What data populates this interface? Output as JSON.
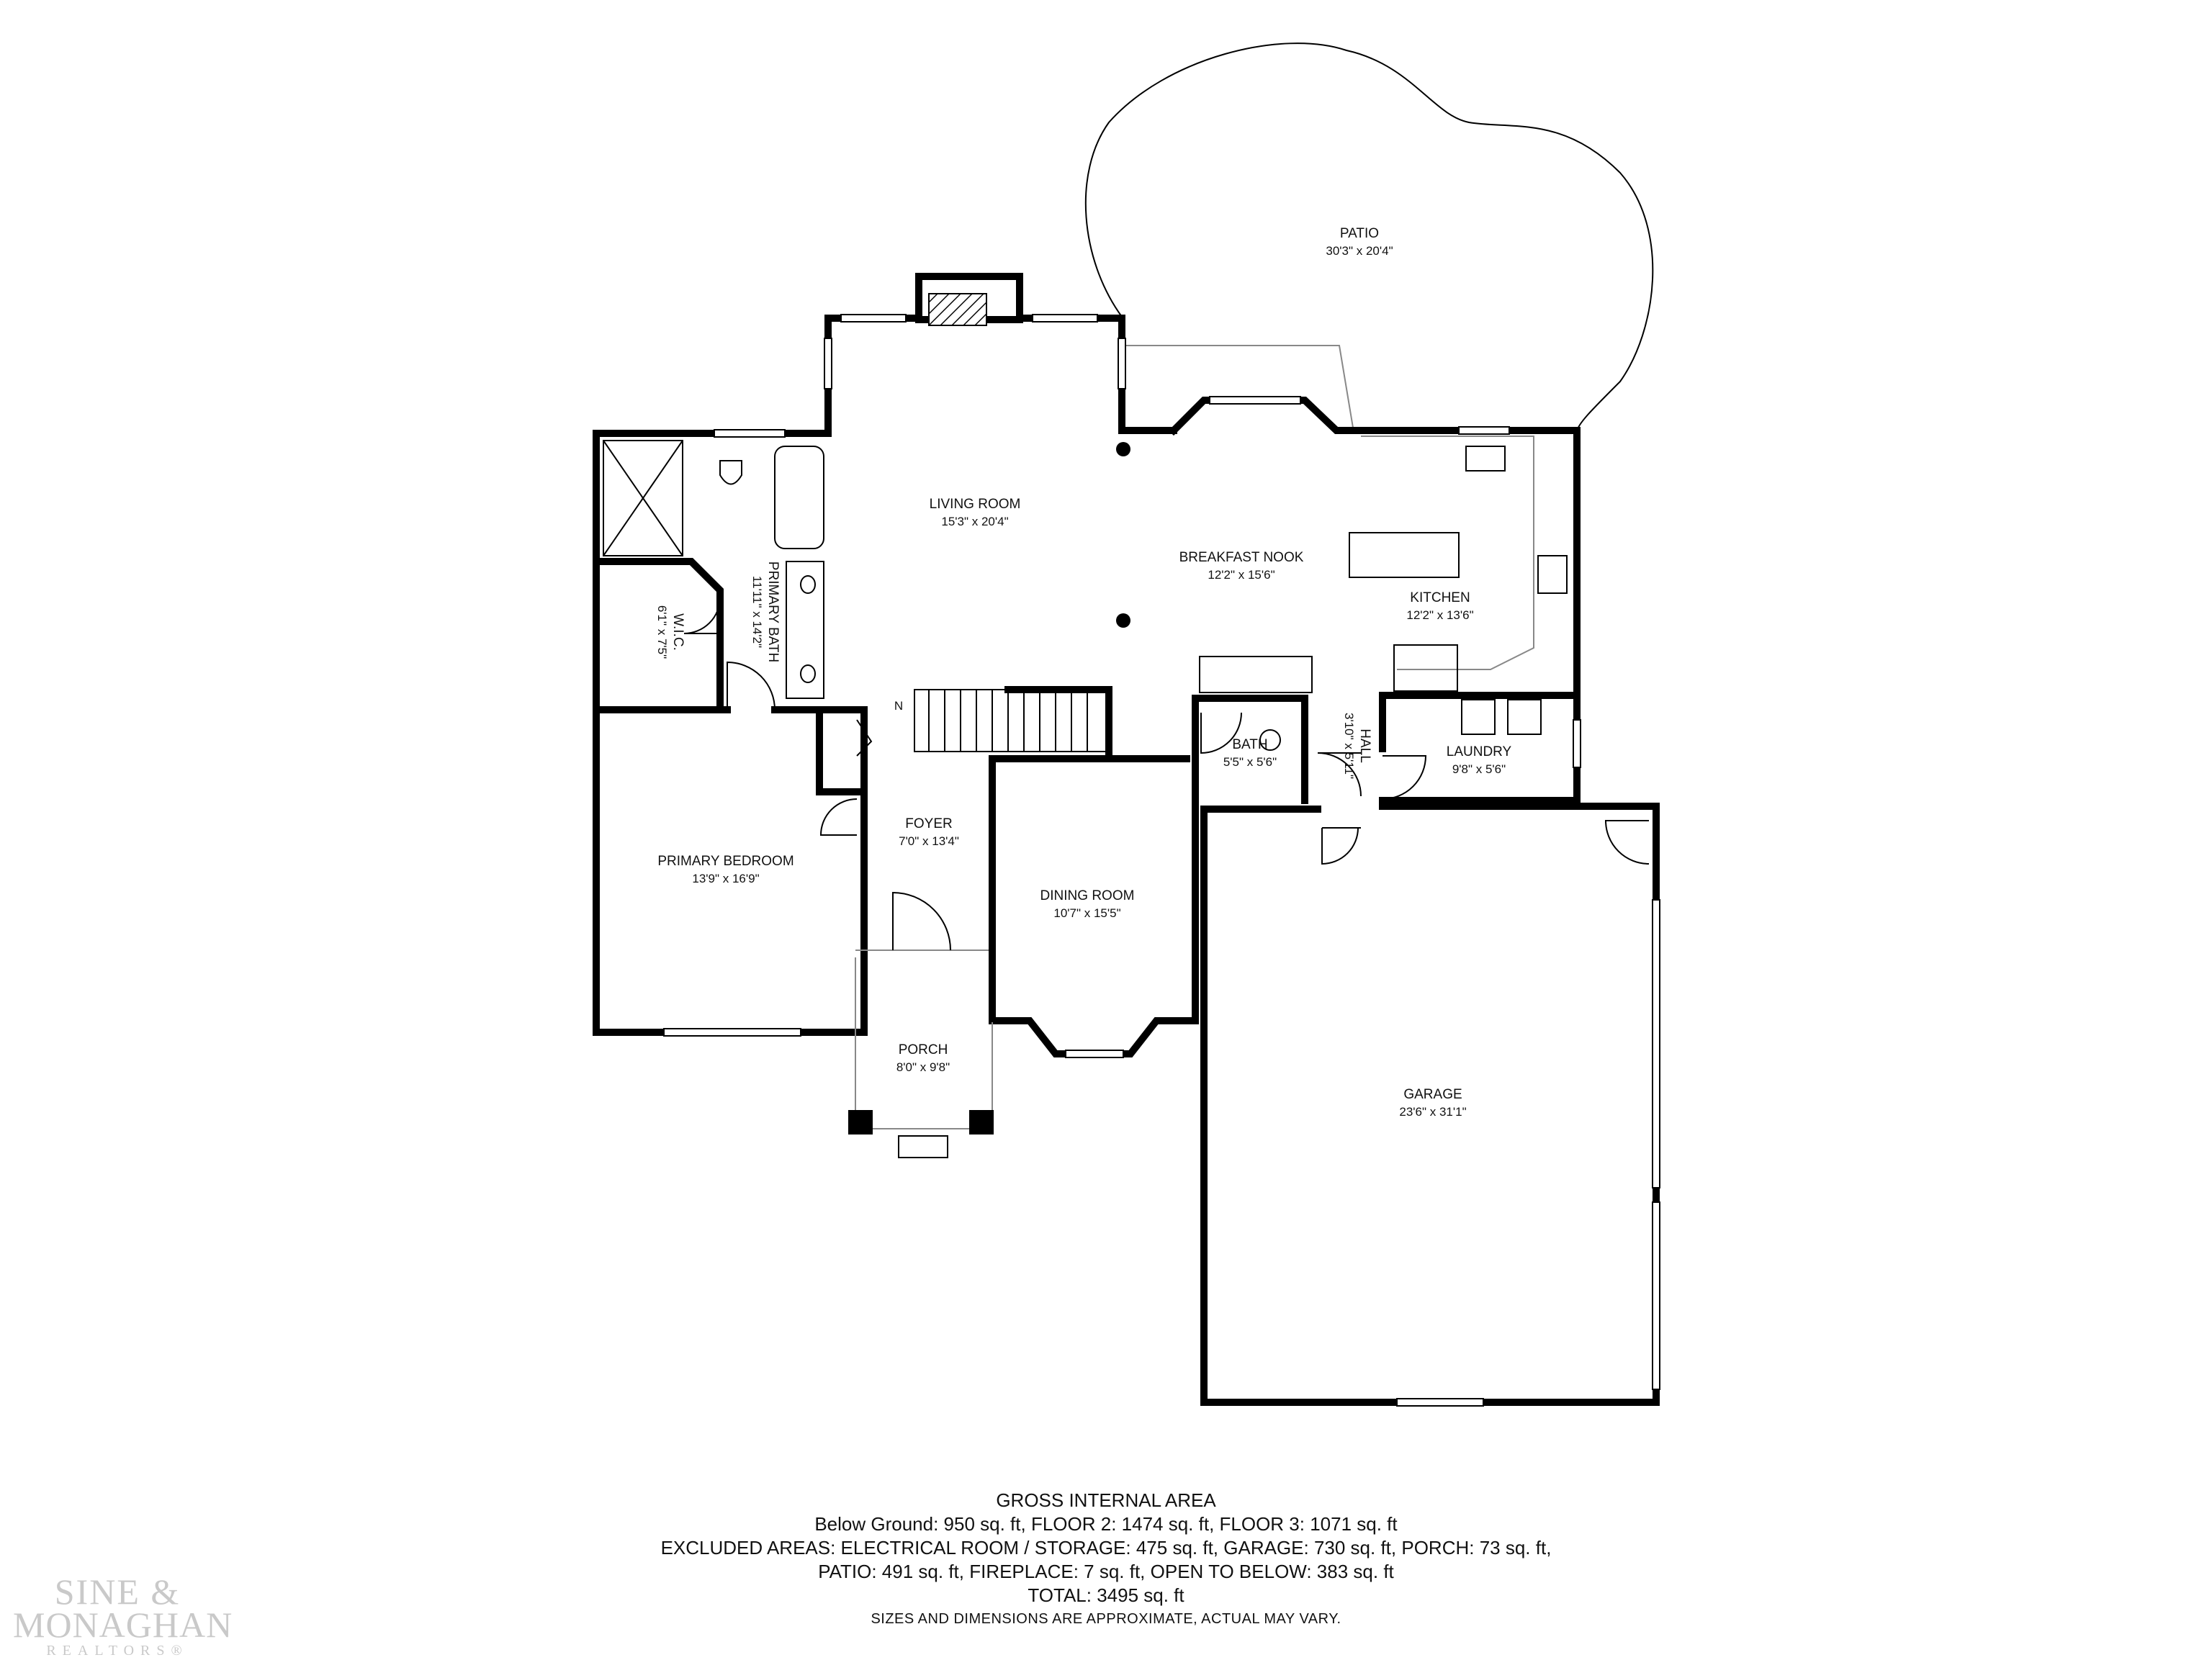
{
  "rooms": {
    "patio": {
      "name": "PATIO",
      "dim": "30'3\" x 20'4\""
    },
    "living": {
      "name": "LIVING ROOM",
      "dim": "15'3\" x 20'4\""
    },
    "nook": {
      "name": "BREAKFAST NOOK",
      "dim": "12'2\" x 15'6\""
    },
    "kitchen": {
      "name": "KITCHEN",
      "dim": "12'2\" x 13'6\""
    },
    "pbath": {
      "name": "PRIMARY BATH",
      "dim": "11'11\" x 14'2\""
    },
    "wic": {
      "name": "W.I.C.",
      "dim": "6'1\" x 7'5\""
    },
    "bath": {
      "name": "BATH",
      "dim": "5'5\" x 5'6\""
    },
    "hall": {
      "name": "HALL",
      "dim": "3'10\" x 5'11\""
    },
    "laundry": {
      "name": "LAUNDRY",
      "dim": "9'8\" x 5'6\""
    },
    "foyer": {
      "name": "FOYER",
      "dim": "7'0\" x 13'4\""
    },
    "pbed": {
      "name": "PRIMARY BEDROOM",
      "dim": "13'9\" x 16'9\""
    },
    "dining": {
      "name": "DINING ROOM",
      "dim": "10'7\" x 15'5\""
    },
    "porch": {
      "name": "PORCH",
      "dim": "8'0\" x 9'8\""
    },
    "garage": {
      "name": "GARAGE",
      "dim": "23'6\" x 31'1\""
    }
  },
  "area": {
    "heading": "GROSS INTERNAL AREA",
    "line1": "Below Ground: 950 sq. ft, FLOOR 2: 1474 sq. ft, FLOOR 3: 1071 sq. ft",
    "line2": "EXCLUDED AREAS: ELECTRICAL ROOM / STORAGE: 475 sq. ft, GARAGE: 730 sq. ft, PORCH: 73 sq. ft,",
    "line3": "PATIO: 491 sq. ft, FIREPLACE: 7 sq. ft, OPEN TO BELOW: 383 sq. ft",
    "total": "TOTAL: 3495 sq. ft",
    "note": "SIZES AND DIMENSIONS ARE APPROXIMATE, ACTUAL MAY VARY."
  },
  "logo": {
    "line1": "SINE &",
    "line2": "MONAGHAN",
    "line3": "REALTORS®"
  },
  "compass": "N"
}
